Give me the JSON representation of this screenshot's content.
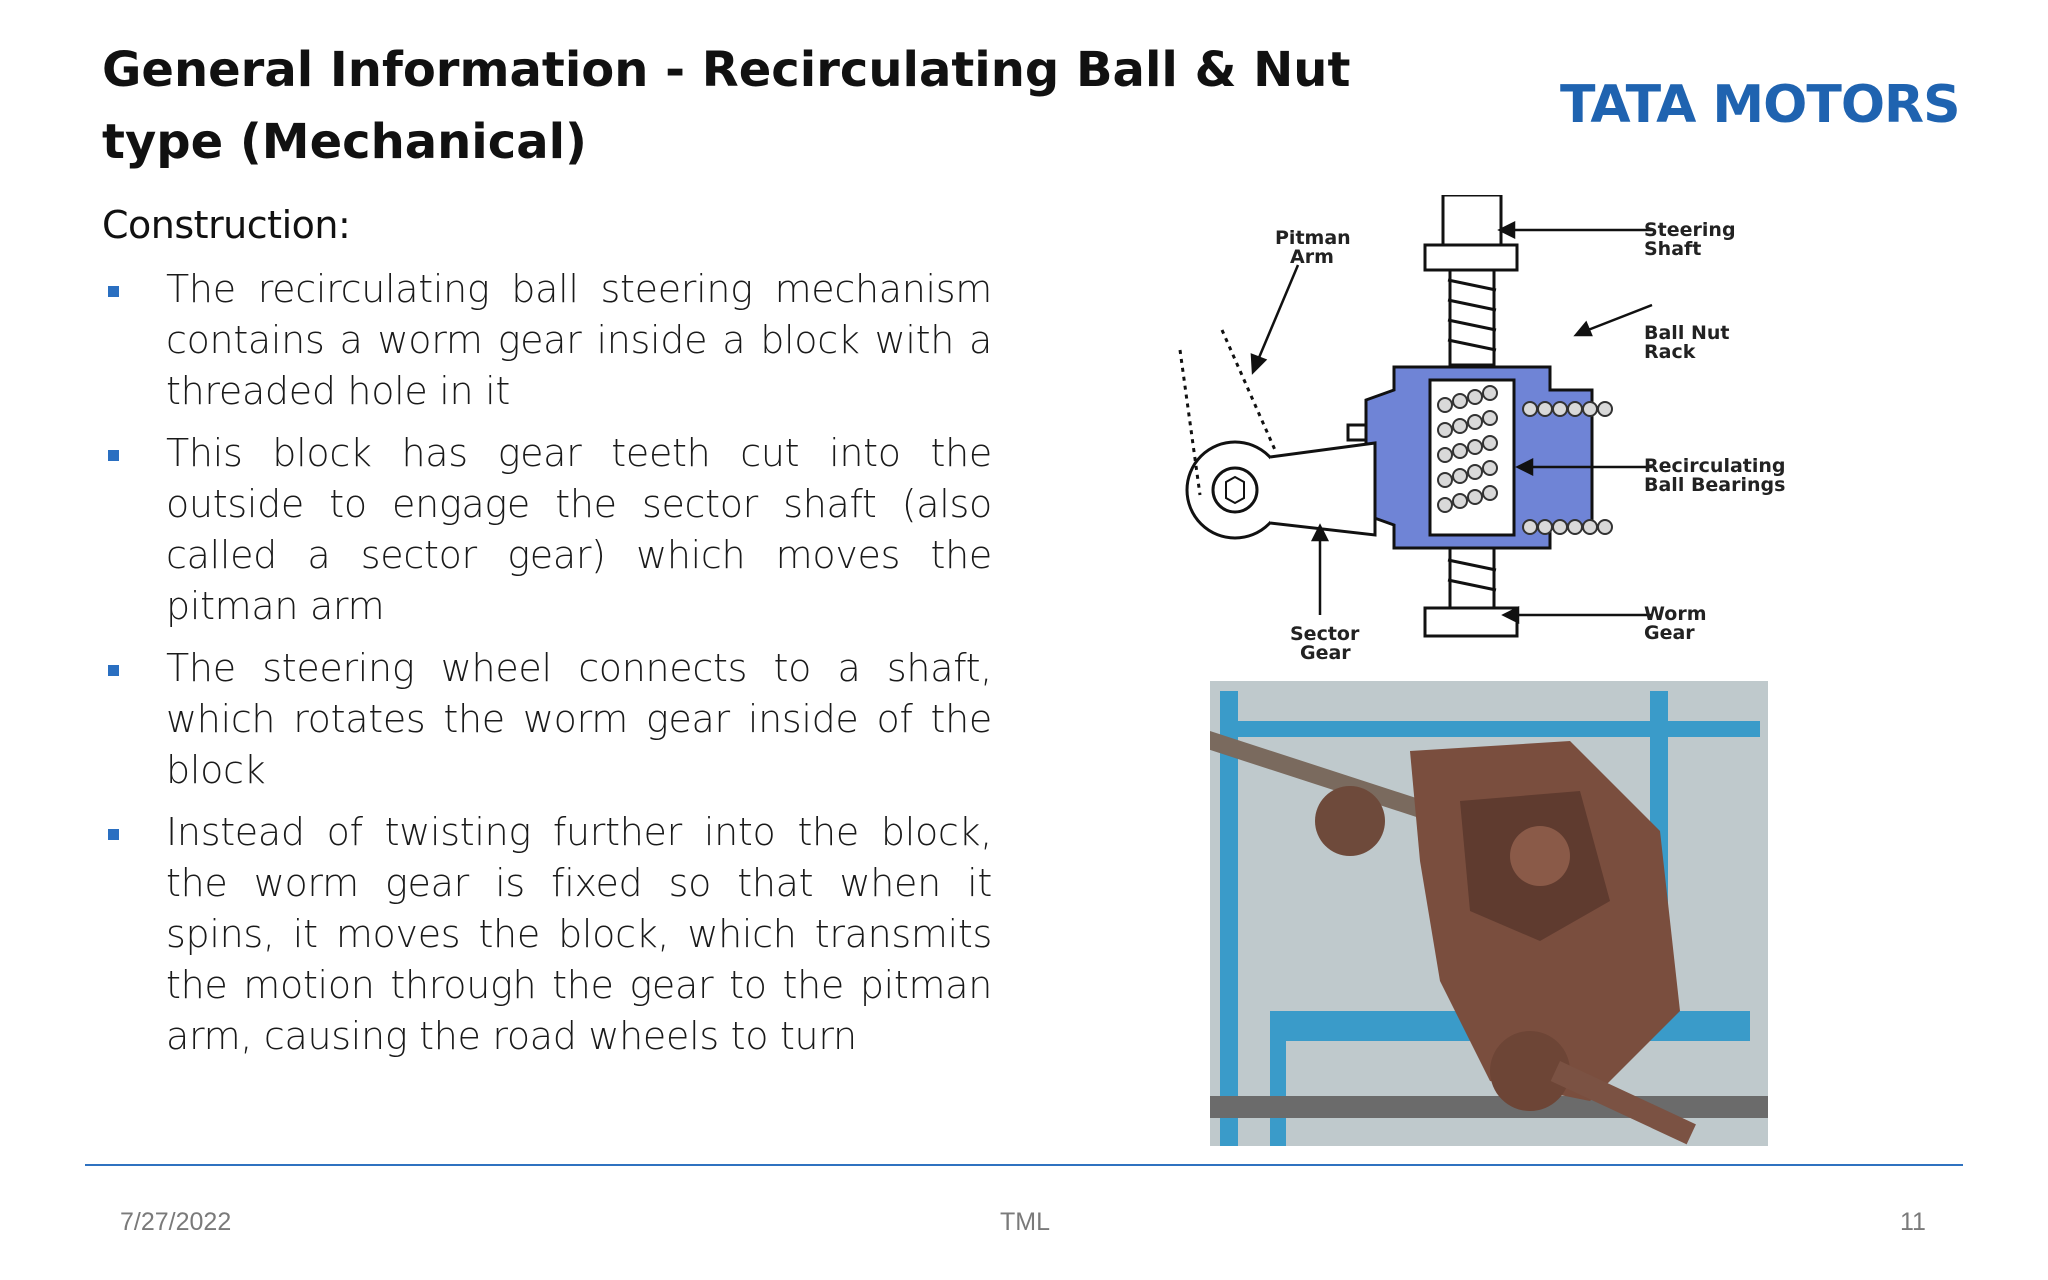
{
  "slide": {
    "title": "General Information - Recirculating Ball & Nut type (Mechanical)",
    "logo_text": "TATA MOTORS",
    "logo_color": "#1f63b0",
    "section_heading": "Construction:",
    "bullets": [
      "The recirculating ball steering mechanism contains a worm gear inside a block with a threaded hole in it",
      "This block has gear teeth cut into the outside to engage the sector shaft (also called a sector gear) which moves the pitman arm",
      "The steering wheel connects to a shaft, which rotates the worm gear inside of the block",
      "Instead of twisting further into the block, the worm gear is fixed so that when it spins, it moves the block, which transmits the motion through the gear to the pitman arm, causing the road wheels to turn"
    ],
    "accent_color": "#2a6fc1"
  },
  "diagram": {
    "labels": {
      "pitman_arm_1": "Pitman",
      "pitman_arm_2": "Arm",
      "steering_shaft_1": "Steering",
      "steering_shaft_2": "Shaft",
      "ball_nut_1": "Ball Nut",
      "ball_nut_2": "Rack",
      "recirc_1": "Recirculating",
      "recirc_2": "Ball Bearings",
      "sector_1": "Sector",
      "sector_2": "Gear",
      "worm_1": "Worm",
      "worm_2": "Gear"
    },
    "nut_color": "#6f84d6"
  },
  "footer": {
    "date": "7/27/2022",
    "center": "TML",
    "page": "11",
    "line_color": "#2f72c0"
  }
}
